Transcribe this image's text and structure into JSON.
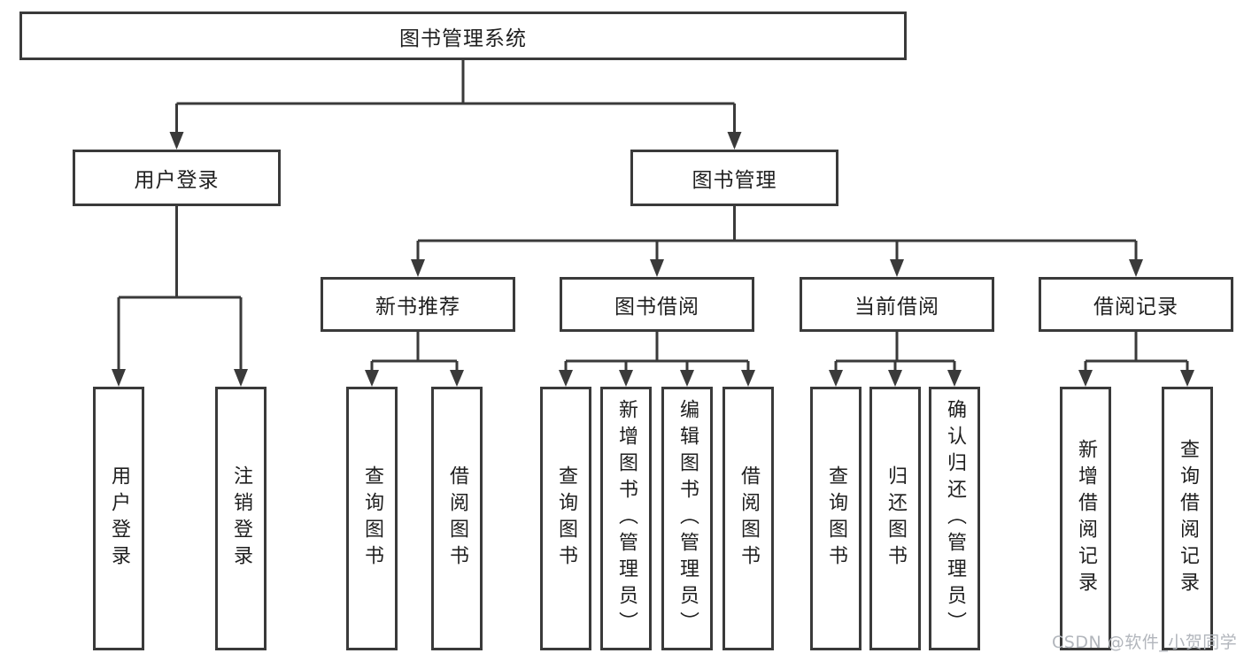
{
  "diagram": {
    "type": "hierarchy",
    "palette": {
      "line": "#3a3a3a",
      "text": "#1f1f1f",
      "background": "#ffffff",
      "watermark_color": "#b2b6bc"
    },
    "watermark": "CSDN @软件_小贺同学"
  },
  "tree": {
    "root": {
      "label": "图书管理系统",
      "children": [
        {
          "label": "用户登录",
          "children": [
            {
              "label": "用户登录"
            },
            {
              "label": "注销登录"
            }
          ]
        },
        {
          "label": "图书管理",
          "children": [
            {
              "label": "新书推荐",
              "children": [
                {
                  "label": "查询图书"
                },
                {
                  "label": "借阅图书"
                }
              ]
            },
            {
              "label": "图书借阅",
              "children": [
                {
                  "label": "查询图书"
                },
                {
                  "label": "新增图书（管理员）"
                },
                {
                  "label": "编辑图书（管理员）"
                },
                {
                  "label": "借阅图书"
                }
              ]
            },
            {
              "label": "当前借阅",
              "children": [
                {
                  "label": "查询图书"
                },
                {
                  "label": "归还图书"
                },
                {
                  "label": "确认归还（管理员）"
                }
              ]
            },
            {
              "label": "借阅记录",
              "children": [
                {
                  "label": "新增借阅记录"
                },
                {
                  "label": "查询借阅记录"
                }
              ]
            }
          ]
        }
      ]
    }
  }
}
